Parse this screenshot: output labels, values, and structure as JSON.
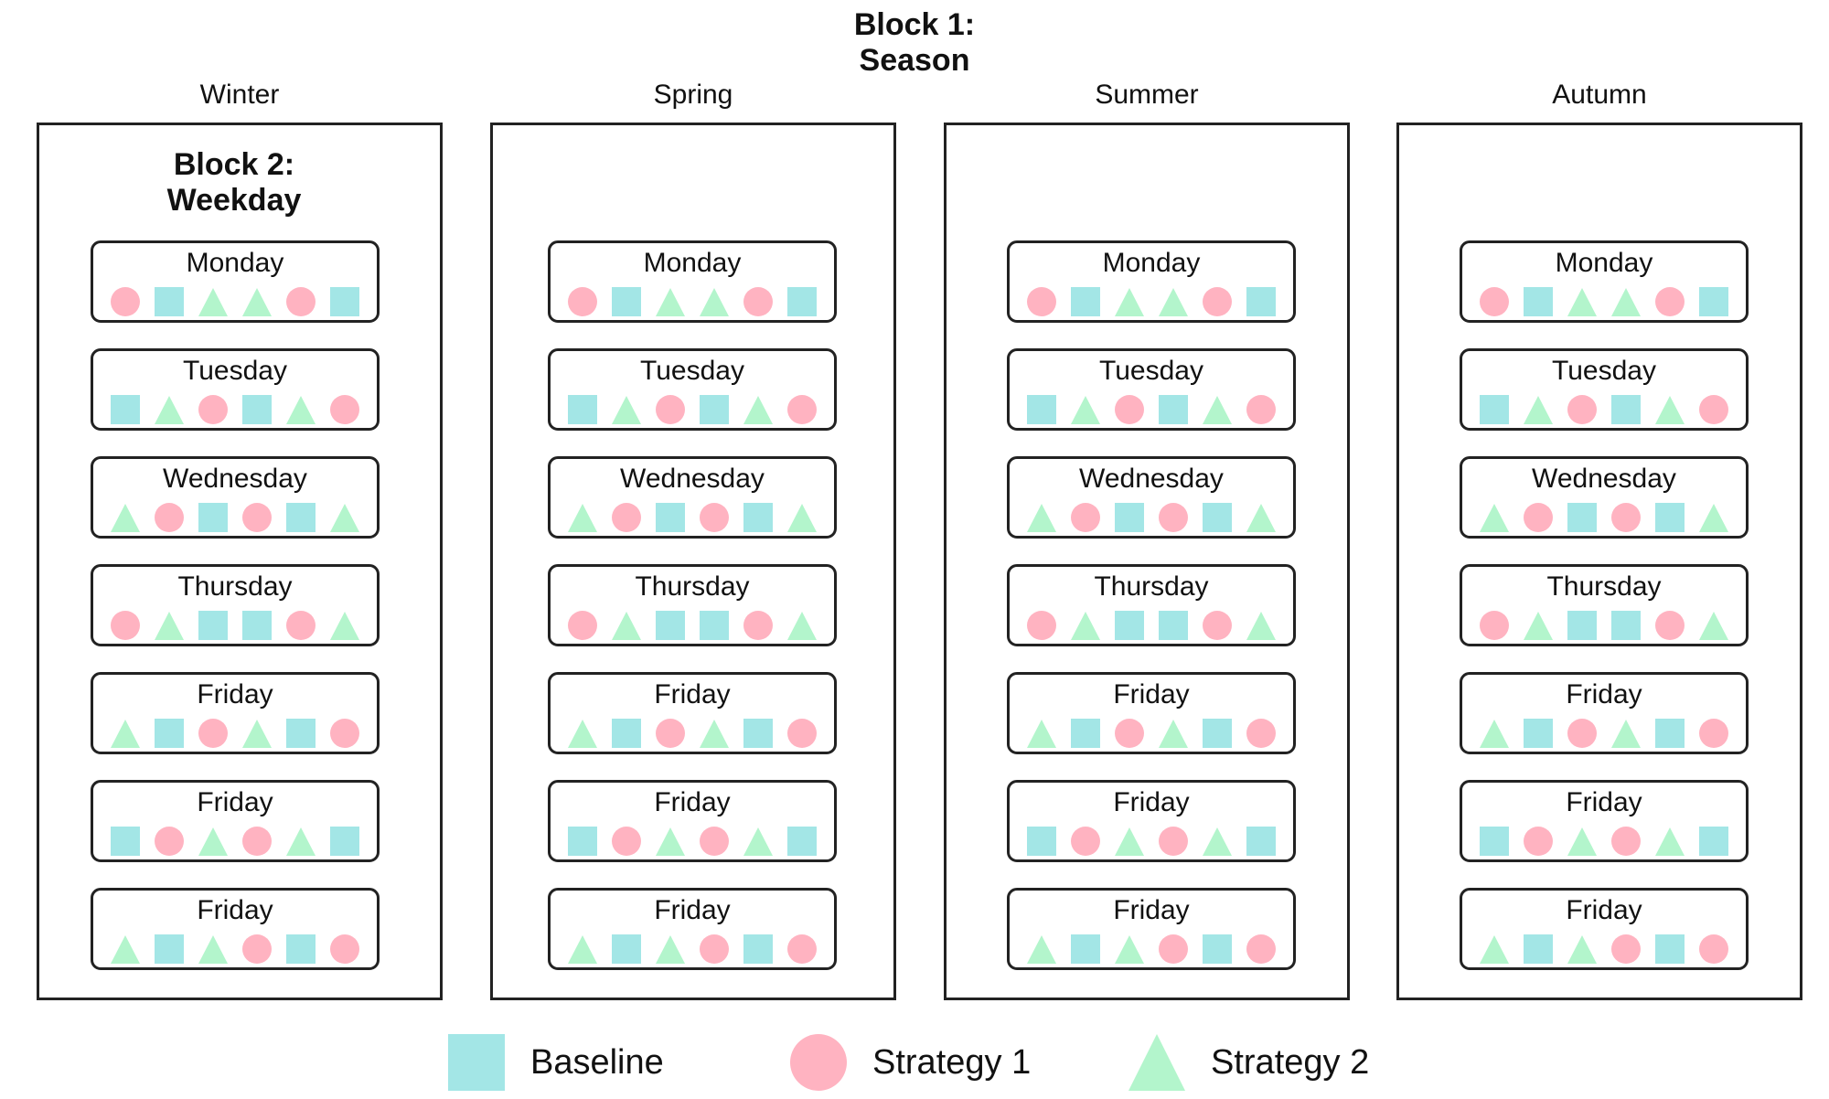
{
  "block1": {
    "title_line1": "Block 1:",
    "title_line2": "Season"
  },
  "block2": {
    "title_line1": "Block 2:",
    "title_line2": "Weekday"
  },
  "colors": {
    "baseline": "#a3e6e6",
    "strategy1": "#ffb3c1",
    "strategy2": "#b3f5cc",
    "border": "#222222"
  },
  "legend": [
    {
      "label": "Baseline",
      "shape": "square-icon"
    },
    {
      "label": "Strategy 1",
      "shape": "circle-icon"
    },
    {
      "label": "Strategy 2",
      "shape": "triangle-icon"
    }
  ],
  "days": [
    {
      "label": "Monday",
      "sequence": [
        "S1",
        "B",
        "S2",
        "S2",
        "S1",
        "B"
      ]
    },
    {
      "label": "Tuesday",
      "sequence": [
        "B",
        "S2",
        "S1",
        "B",
        "S2",
        "S1"
      ]
    },
    {
      "label": "Wednesday",
      "sequence": [
        "S2",
        "S1",
        "B",
        "S1",
        "B",
        "S2"
      ]
    },
    {
      "label": "Thursday",
      "sequence": [
        "S1",
        "S2",
        "B",
        "B",
        "S1",
        "S2"
      ]
    },
    {
      "label": "Friday",
      "sequence": [
        "S2",
        "B",
        "S1",
        "S2",
        "B",
        "S1"
      ]
    },
    {
      "label": "Friday",
      "sequence": [
        "B",
        "S1",
        "S2",
        "S1",
        "S2",
        "B"
      ]
    },
    {
      "label": "Friday",
      "sequence": [
        "S2",
        "B",
        "S2",
        "S1",
        "B",
        "S1"
      ]
    }
  ],
  "seasons": [
    {
      "label": "Winter"
    },
    {
      "label": "Spring"
    },
    {
      "label": "Summer"
    },
    {
      "label": "Autumn"
    }
  ]
}
